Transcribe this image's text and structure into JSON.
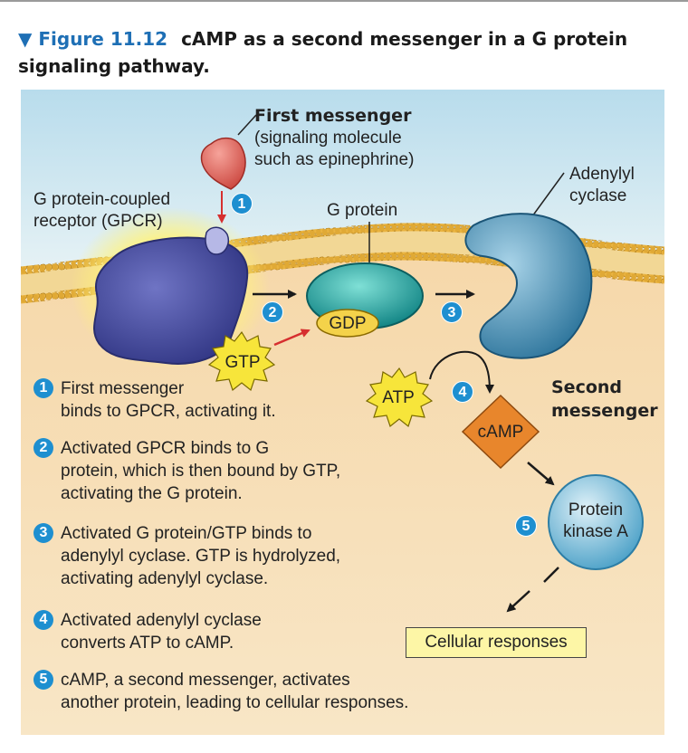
{
  "figure": {
    "marker": "▼",
    "number": "Figure 11.12",
    "title_line1": "cAMP as a second messenger in a G protein",
    "title_line2": "signaling pathway."
  },
  "labels": {
    "first_messenger_title": "First messenger",
    "first_messenger_desc1": "(signaling molecule",
    "first_messenger_desc2": "such as epinephrine)",
    "gpcr_line1": "G protein-coupled",
    "gpcr_line2": "receptor (GPCR)",
    "g_protein": "G protein",
    "adenylyl_line1": "Adenylyl",
    "adenylyl_line2": "cyclase",
    "gdp": "GDP",
    "gtp": "GTP",
    "atp": "ATP",
    "camp": "cAMP",
    "second_messenger_line1": "Second",
    "second_messenger_line2": "messenger",
    "protein_kinase_line1": "Protein",
    "protein_kinase_line2": "kinase A",
    "cellular_responses": "Cellular responses"
  },
  "badges": [
    "1",
    "2",
    "3",
    "4",
    "5"
  ],
  "steps": [
    {
      "num": "1",
      "lines": [
        "First messenger",
        "binds to GPCR, activating it."
      ]
    },
    {
      "num": "2",
      "lines": [
        "Activated GPCR binds to G",
        "protein, which is then bound by GTP,",
        "activating the G protein."
      ]
    },
    {
      "num": "3",
      "lines": [
        "Activated G protein/GTP binds to",
        "adenylyl cyclase. GTP is hydrolyzed,",
        "activating adenylyl cyclase."
      ]
    },
    {
      "num": "4",
      "lines": [
        "Activated adenylyl cyclase",
        "converts ATP to cAMP."
      ]
    },
    {
      "num": "5",
      "lines": [
        "cAMP, a second messenger, activates",
        "another protein, leading to cellular responses."
      ]
    }
  ],
  "colors": {
    "accent_blue": "#1e8fd0",
    "membrane": "#e8b64a",
    "cytoplasm": "#f6dcae",
    "exterior": "#c9e3ef",
    "receptor": "#4a4fa0",
    "g_protein": "#1aa3a0",
    "adenylyl_cyclase": "#3f8fb8",
    "camp": "#e8862c",
    "atp_gtp": "#f7e53a",
    "gdp": "#f4d24a",
    "kinase": "#6fb7d8",
    "responses_box": "#fdf6a6"
  }
}
